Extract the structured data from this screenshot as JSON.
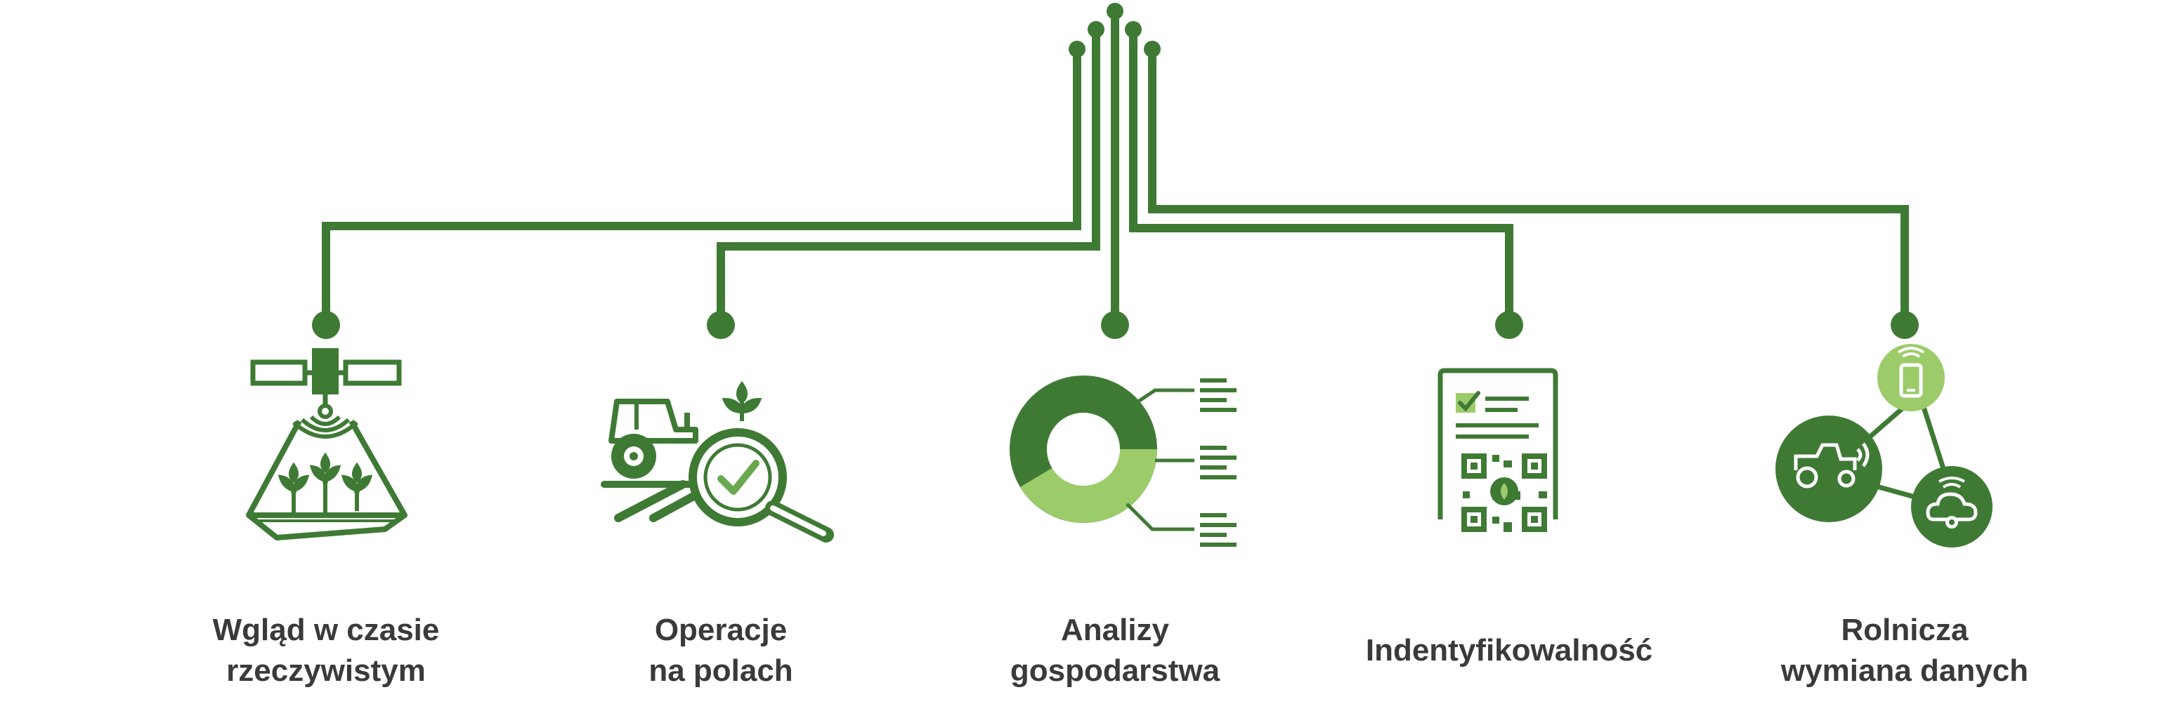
{
  "colors": {
    "primary_green": "#3f7a35",
    "light_green": "#9ccb6a",
    "text_gray": "#3a3a3a"
  },
  "features": [
    {
      "id": "realtime-insight",
      "icon": "satellite-field-icon",
      "label_lines": [
        "Wgląd w czasie",
        "rzeczywistym"
      ]
    },
    {
      "id": "field-operations",
      "icon": "tractor-magnifier-check-icon",
      "label_lines": [
        "Operacje",
        "na polach"
      ]
    },
    {
      "id": "farm-analytics",
      "icon": "donut-chart-report-icon",
      "label_lines": [
        "Analizy",
        "gospodarstwa"
      ]
    },
    {
      "id": "traceability",
      "icon": "document-qr-code-icon",
      "label_lines": [
        "Indentyfikowalność"
      ]
    },
    {
      "id": "farm-data-exchange",
      "icon": "connected-tractor-cloud-phone-icon",
      "label_lines": [
        "Rolnicza",
        "wymiana danych"
      ]
    }
  ]
}
